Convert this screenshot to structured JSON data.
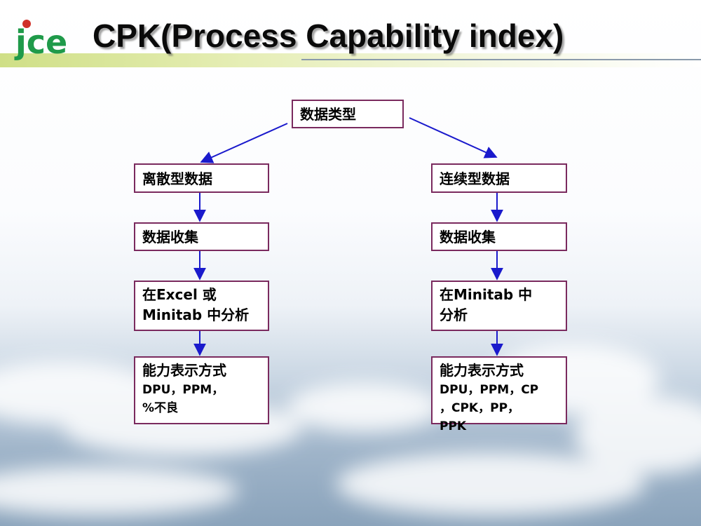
{
  "header": {
    "logo_text": "jce",
    "title": "CPK(Process Capability index)"
  },
  "diagram": {
    "root": "数据类型",
    "left": {
      "type": "离散型数据",
      "collect": "数据收集",
      "analyze_line1": "在Excel 或",
      "analyze_line2": "Minitab 中分析",
      "express_title": "能力表示方式",
      "express_line1": "DPU，PPM，",
      "express_line2": "%不良"
    },
    "right": {
      "type": "连续型数据",
      "collect": "数据收集",
      "analyze_line1": "在Minitab 中",
      "analyze_line2": "分析",
      "express_title": "能力表示方式",
      "express_line1": "DPU，PPM，CP",
      "express_line2": "，CPK，PP，",
      "express_line3": "PPK"
    }
  },
  "colors": {
    "node_border": "#7a2a5e",
    "arrow": "#1a1acc",
    "logo_green": "#1f9a4a",
    "logo_red": "#d0302a"
  }
}
